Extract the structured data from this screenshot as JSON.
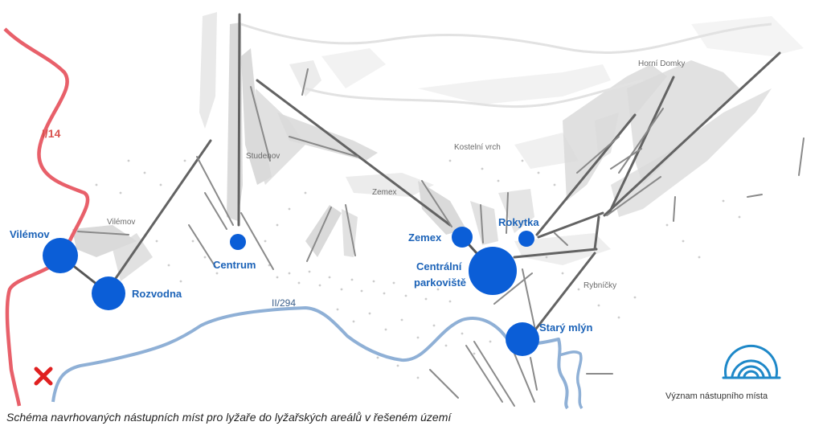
{
  "caption": "Schéma navrhovaných nástupních míst pro lyžaře do lyžařských areálů v řešeném území",
  "roads": {
    "red_label": "I/14",
    "blue_label": "II/294",
    "red_color": "#e8606a",
    "blue_color": "#8fb0d6"
  },
  "place_labels": {
    "horni_domky": "Horní Domky",
    "studenov": "Studenov",
    "kostelni_vrch": "Kostelní vrch",
    "zemex_area": "Zemex",
    "vilemov_area": "Vilémov",
    "rybnicky": "Rybníčky"
  },
  "access_points": {
    "vilemov": "Vilémov",
    "rozvodna": "Rozvodna",
    "centrum": "Centrum",
    "zemex": "Zemex",
    "rokytka": "Rokytka",
    "centralni_line1": "Centrální",
    "centralni_line2": "parkoviště",
    "stary_mlyn": "Starý mlýn"
  },
  "legend": {
    "label": "Význam nástupního místa",
    "icon": "concentric-arcs-icon"
  },
  "markers": {
    "cross_icon": "red-cross-icon",
    "cross_color": "#e02020"
  },
  "colors": {
    "node_blue": "#0b5ed7",
    "lift_grey": "#636363",
    "piste_grey": "#dadada"
  }
}
